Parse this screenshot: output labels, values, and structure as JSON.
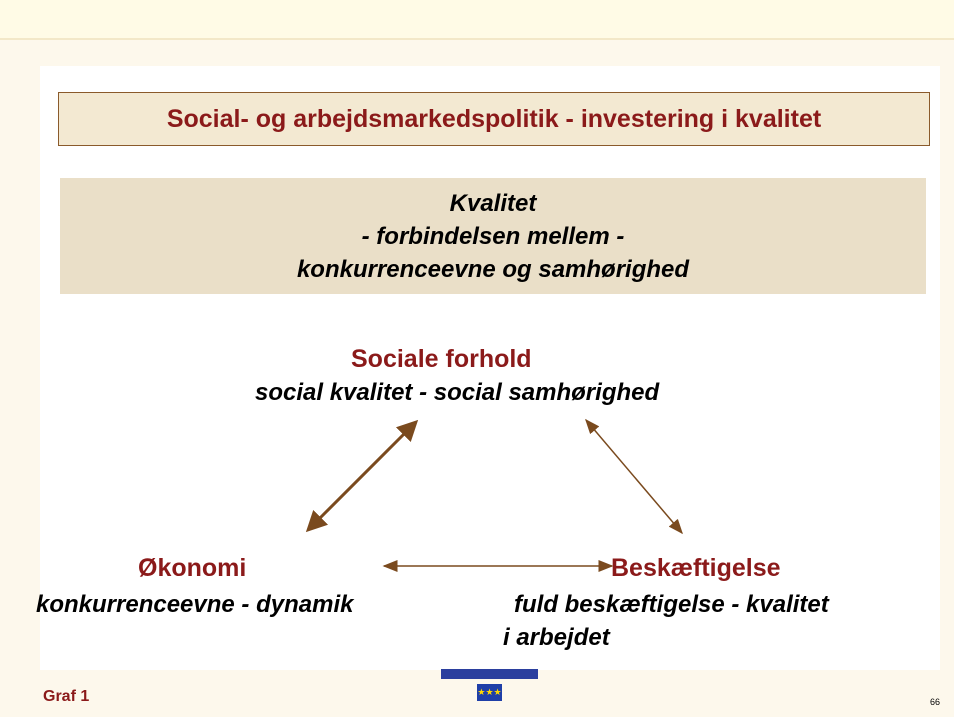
{
  "title": "Social- og arbejdsmarkedspolitik - investering i kvalitet",
  "quality_box": {
    "line1": "Kvalitet",
    "line2": "- forbindelsen mellem -",
    "line3": "konkurrenceevne og samhørighed"
  },
  "nodes": {
    "social": {
      "title": "Sociale forhold",
      "subtitle": "social kvalitet - social samhørighed"
    },
    "economy": {
      "title": "Økonomi",
      "subtitle": "konkurrenceevne - dynamik"
    },
    "employment": {
      "title": "Beskæftigelse",
      "subtitle_line1": "fuld beskæftigelse - kvalitet",
      "subtitle_line2": "i arbejdet"
    }
  },
  "footer": {
    "label": "Graf 1",
    "page_number": "66"
  },
  "logo": {
    "icon": "eu-flag-icon"
  },
  "colors": {
    "accent": "#8b1a1a",
    "arrow": "#7a4a1e",
    "box_fill": "#eadfc8",
    "title_fill": "#f3e9d2",
    "background": "#fdf8ec"
  }
}
